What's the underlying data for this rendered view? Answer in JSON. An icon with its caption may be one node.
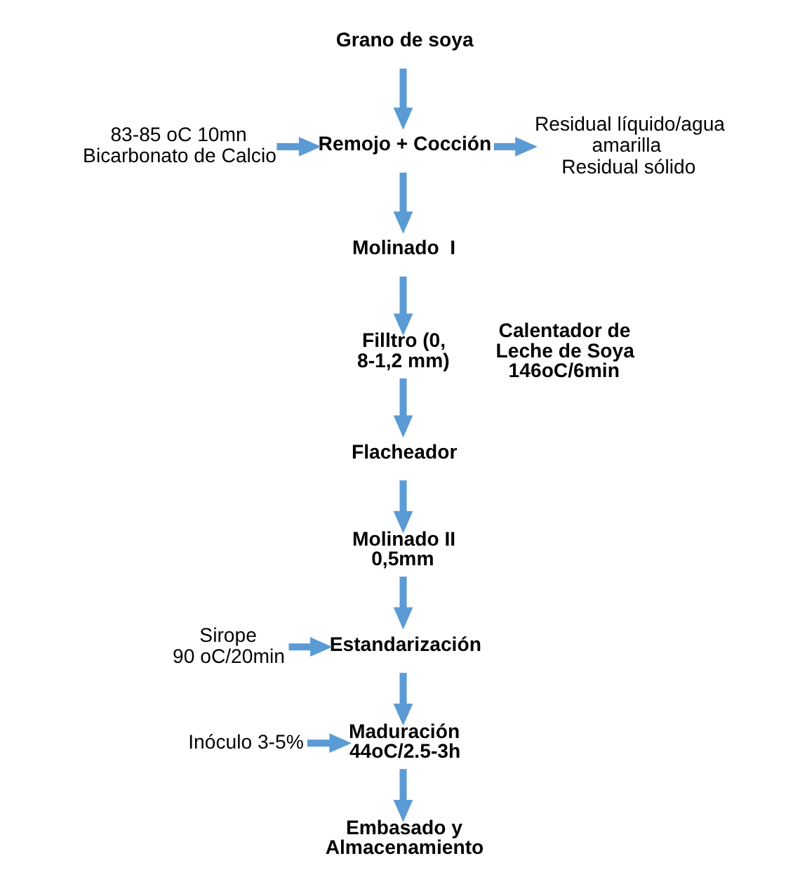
{
  "diagram": {
    "nodes": [
      {
        "text": [
          "Grano de soya"
        ]
      },
      {
        "text": [
          "Remojo + Cocción"
        ]
      },
      {
        "text": [
          "Molinado  I"
        ]
      },
      {
        "text": [
          "Filltro (0, 8-1,2 mm)"
        ]
      },
      {
        "text": [
          "Flacheador"
        ]
      },
      {
        "text": [
          "Molinado II 0,5mm"
        ]
      },
      {
        "text": [
          "Estandarización"
        ]
      },
      {
        "text": [
          "Maduración 44oC/2.5-3h"
        ]
      },
      {
        "text": [
          "Embasado y Almacenamiento"
        ]
      },
      {
        "text": [
          "83-85 oC 10mn Bicarbonato de Calcio"
        ]
      },
      {
        "text": [
          "Residual líquido/agua amarilla",
          "Residual sólido"
        ]
      },
      {
        "text": [
          "Sirope",
          "90 oC/20min"
        ]
      },
      {
        "text": [
          "Inóculo 3-5%"
        ]
      }
    ],
    "edges": [
      {
        "from": 0,
        "to": 1,
        "arrow": "to"
      },
      {
        "from": 9,
        "to": 1,
        "arrow": "to"
      },
      {
        "from": 1,
        "to": 10,
        "arrow": "to"
      },
      {
        "from": 1,
        "to": 2,
        "arrow": "to"
      },
      {
        "from": 2,
        "to": 3,
        "arrow": "to"
      },
      {
        "from": 3,
        "to": 4,
        "arrow": "to"
      },
      {
        "from": 4,
        "to": 5,
        "arrow": "to"
      },
      {
        "from": 5,
        "to": 6,
        "arrow": "to"
      },
      {
        "from": 11,
        "to": 6,
        "arrow": "to"
      },
      {
        "from": 6,
        "to": 7,
        "arrow": "to"
      },
      {
        "from": 12,
        "to": 7,
        "arrow": "to"
      },
      {
        "from": 7,
        "to": 8,
        "arrow": "to"
      }
    ],
    "labels": [
      "Calentador de Leche de Soya 146oC/6min"
    ]
  }
}
